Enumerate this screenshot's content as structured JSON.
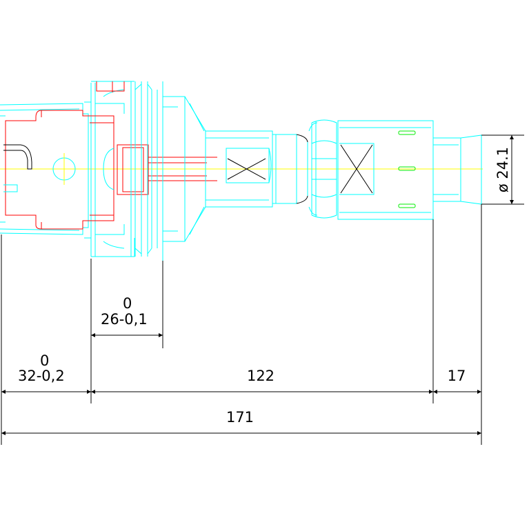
{
  "dimensions": {
    "total_length": "171",
    "segment_1_upper_tol": "0",
    "segment_1": "32-0,2",
    "segment_2": "122",
    "segment_3": "17",
    "groove_upper_tol": "0",
    "groove_width": "26-0,1",
    "diameter_symbol": "ø",
    "diameter_value": "24.1"
  },
  "colors": {
    "outline": "#00ffff",
    "internal": "#ff0000",
    "dimension": "#000000",
    "centerline": "#ffff00",
    "marks": "#00ee00"
  }
}
